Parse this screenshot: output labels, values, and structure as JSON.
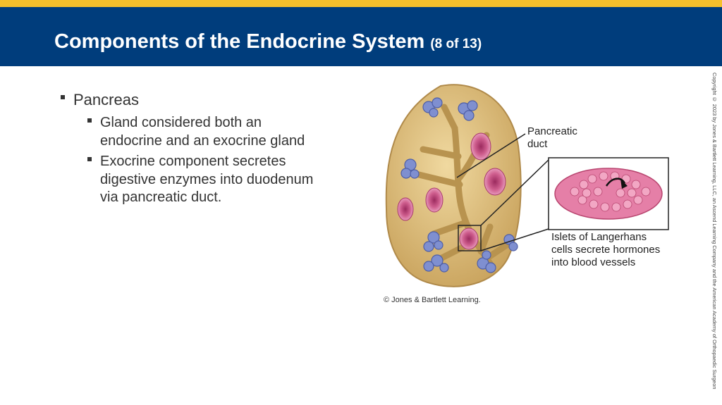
{
  "header": {
    "title": "Components of the Endocrine System",
    "slide_count": "(8 of 13)",
    "bar_color": "#003d7c",
    "accent_color": "#f5c02c"
  },
  "bullets": {
    "main": "Pancreas",
    "sub": [
      [
        "Gland considered both an",
        "endocrine and an exocrine gland"
      ],
      [
        "Exocrine component secretes",
        "digestive enzymes into duodenum",
        "via pancreatic duct."
      ]
    ]
  },
  "figure": {
    "label_duct": [
      "Pancreatic",
      "duct"
    ],
    "label_islets": [
      "Islets of Langerhans",
      "cells secrete hormones",
      "into blood vessels"
    ],
    "credit": "© Jones & Bartlett Learning."
  },
  "copyright": "Copyright © 2023 by Jones & Bartlett Learning, LLC, an Ascend Learning Company and the American Academy of Orthopaedic Surgeons."
}
